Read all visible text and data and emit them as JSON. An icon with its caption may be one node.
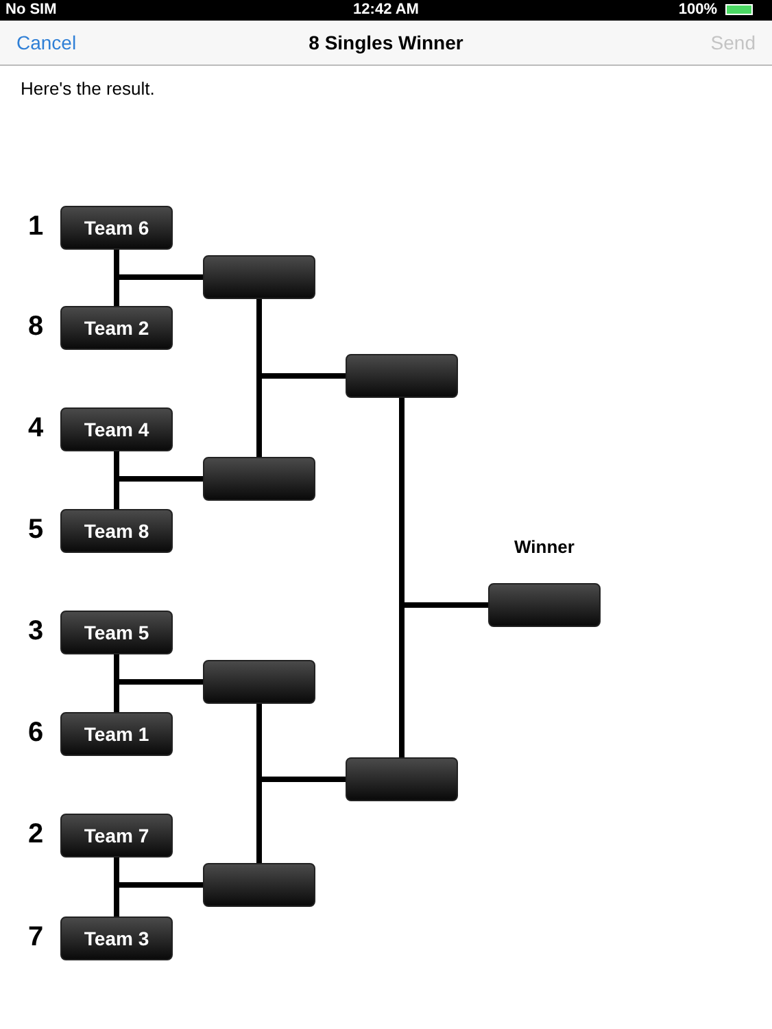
{
  "diagram": {
    "title": "8 Singles Winner",
    "nodes": [
      {
        "text": [
          "Team 6"
        ],
        "beside": [
          "1"
        ]
      },
      {
        "text": [
          "Team 2"
        ],
        "beside": [
          "8"
        ]
      },
      {
        "text": [
          "Team 4"
        ],
        "beside": [
          "4"
        ]
      },
      {
        "text": [
          "Team 8"
        ],
        "beside": [
          "5"
        ]
      },
      {
        "text": [
          "Team 5"
        ],
        "beside": [
          "3"
        ]
      },
      {
        "text": [
          "Team 1"
        ],
        "beside": [
          "6"
        ]
      },
      {
        "text": [
          "Team 7"
        ],
        "beside": [
          "2"
        ]
      },
      {
        "text": [
          "Team 3"
        ],
        "beside": [
          "7"
        ]
      },
      {
        "text": [],
        "shape": "box"
      },
      {
        "text": [],
        "shape": "box"
      },
      {
        "text": [],
        "shape": "box"
      },
      {
        "text": [],
        "shape": "box"
      },
      {
        "text": [],
        "shape": "box"
      },
      {
        "text": [],
        "shape": "box"
      },
      {
        "text": [],
        "shape": "box",
        "beside": [
          "Winner"
        ]
      }
    ],
    "edges": [
      {
        "from": 0,
        "to": 8,
        "arrow": "none"
      },
      {
        "from": 1,
        "to": 8,
        "arrow": "none"
      },
      {
        "from": 2,
        "to": 9,
        "arrow": "none"
      },
      {
        "from": 3,
        "to": 9,
        "arrow": "none"
      },
      {
        "from": 4,
        "to": 10,
        "arrow": "none"
      },
      {
        "from": 5,
        "to": 10,
        "arrow": "none"
      },
      {
        "from": 6,
        "to": 11,
        "arrow": "none"
      },
      {
        "from": 7,
        "to": 11,
        "arrow": "none"
      },
      {
        "from": 8,
        "to": 12,
        "arrow": "none"
      },
      {
        "from": 9,
        "to": 12,
        "arrow": "none"
      },
      {
        "from": 10,
        "to": 13,
        "arrow": "none"
      },
      {
        "from": 11,
        "to": 13,
        "arrow": "none"
      },
      {
        "from": 12,
        "to": 14,
        "arrow": "none"
      },
      {
        "from": 13,
        "to": 14,
        "arrow": "none"
      }
    ],
    "labels": [
      "No SIM",
      "12:42 AM",
      "100%",
      "Cancel",
      "Send",
      "Here's the result."
    ]
  }
}
